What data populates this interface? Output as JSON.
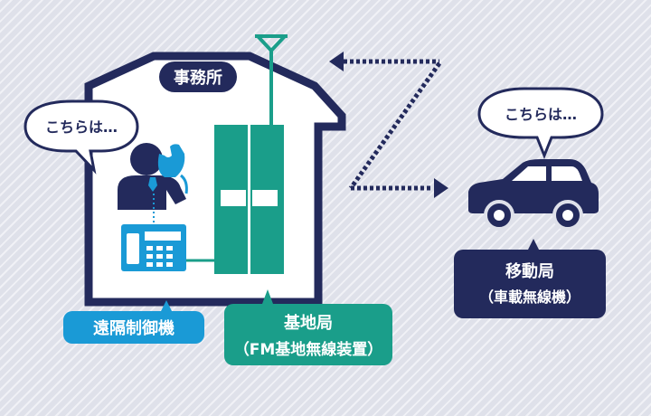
{
  "office": {
    "label": "事務所"
  },
  "speech_office": {
    "text": "こちらは…"
  },
  "speech_car": {
    "text": "こちらは…"
  },
  "remote_control": {
    "label": "遠隔制御機",
    "color": "#1a9ad6"
  },
  "base_station": {
    "label": "基地局",
    "sublabel": "（FM基地無線装置）",
    "color": "#1a9e8a"
  },
  "mobile_station": {
    "label": "移動局",
    "sublabel": "（車載無線機）",
    "color": "#232a5c"
  },
  "colors": {
    "navy": "#232a5c",
    "teal": "#1a9e8a",
    "blue": "#1a9ad6",
    "background": "#dfe1ea"
  },
  "icons": [
    "person-on-phone-icon",
    "desk-phone-icon",
    "antenna-icon",
    "car-icon"
  ]
}
